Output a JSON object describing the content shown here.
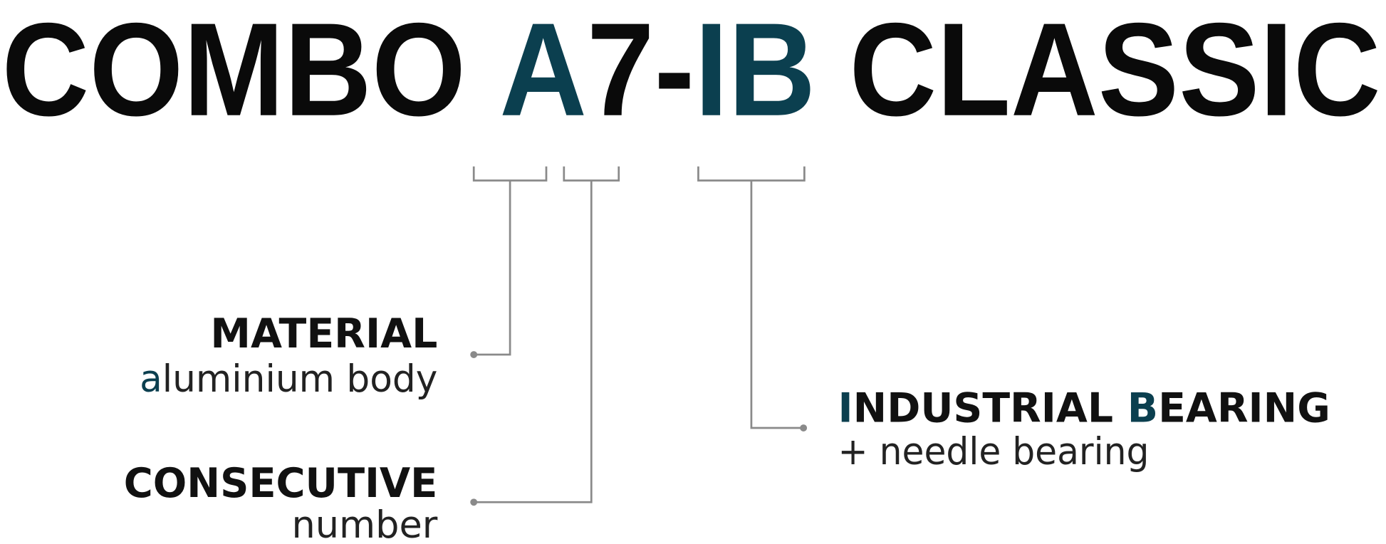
{
  "title": {
    "part1": "COMBO ",
    "part2": "A",
    "part3": "7-",
    "part4": "IB",
    "part5": " CLASSIC"
  },
  "colors": {
    "accent": "#0b3f4f",
    "text": "#0a0a0a",
    "line": "#8a8a8a"
  },
  "labels": {
    "material": {
      "heading": "MATERIAL",
      "accent_letter": "a",
      "rest": "luminium body"
    },
    "consecutive": {
      "heading": "CONSECUTIVE",
      "sub": "number"
    },
    "bearing": {
      "h1": "I",
      "h2": "NDUSTRIAL ",
      "h3": "B",
      "h4": "EARING",
      "sub": "+ needle bearing"
    }
  }
}
